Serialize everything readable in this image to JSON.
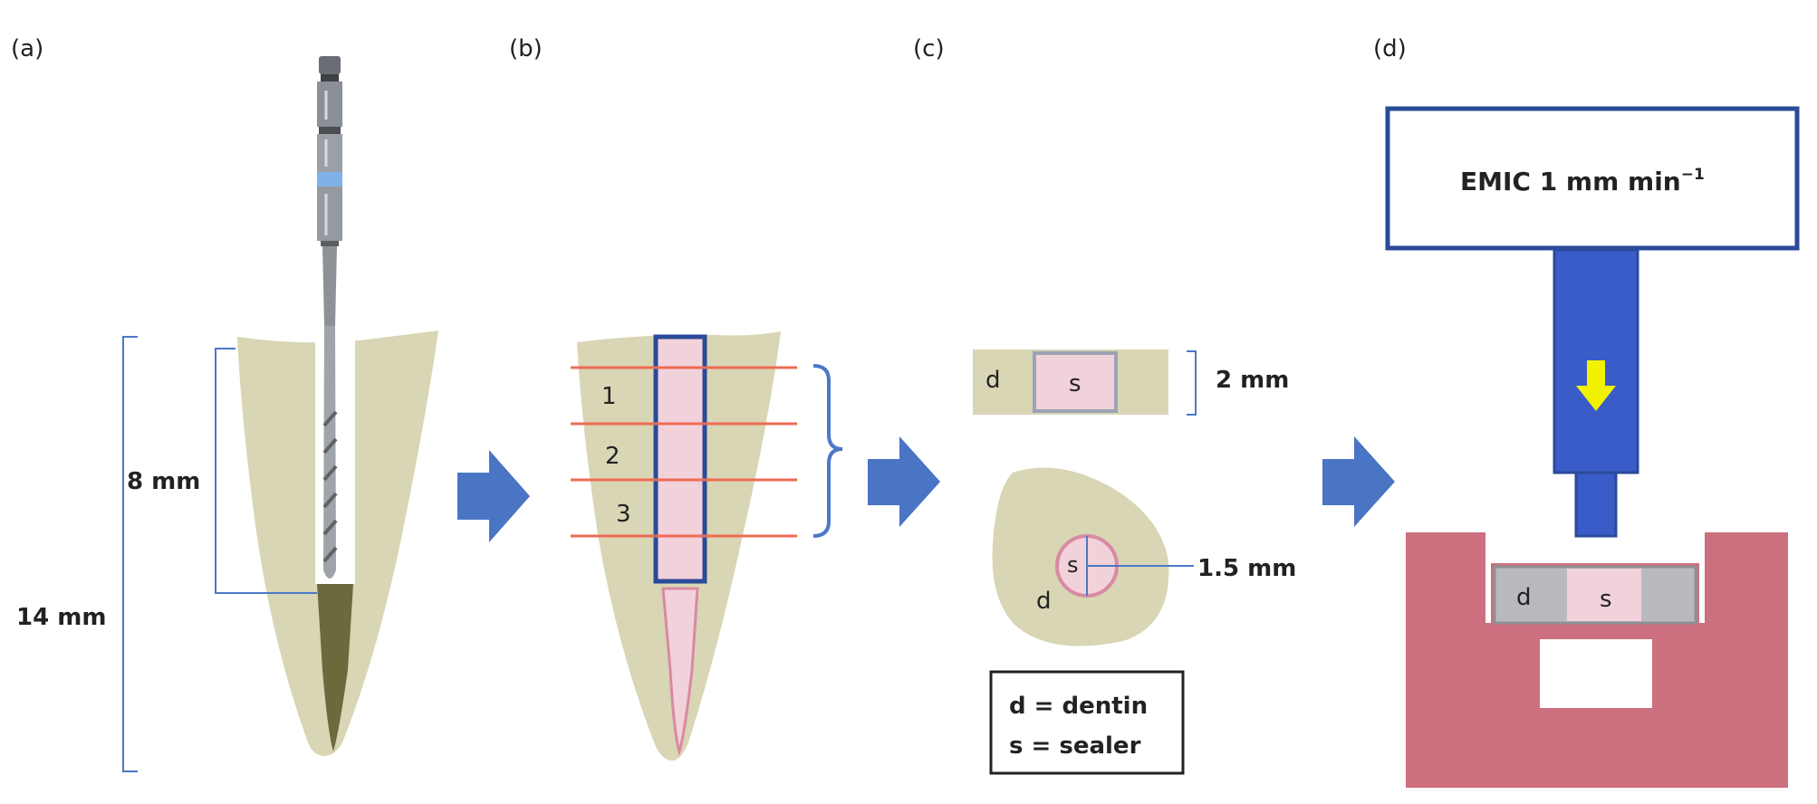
{
  "panels": {
    "a": {
      "label": "(a)",
      "outer_bracket_label": "14 mm",
      "inner_bracket_label": "8 mm"
    },
    "b": {
      "label": "(b)",
      "section_labels": [
        "1",
        "2",
        "3"
      ]
    },
    "c": {
      "label": "(c)",
      "slice_dentin": "d",
      "slice_sealer": "s",
      "thickness_label": "2 mm",
      "cross_dentin": "d",
      "cross_sealer": "s",
      "diameter_label": "1.5 mm",
      "legend_line1": "d = dentin",
      "legend_line2": "s = sealer"
    },
    "d": {
      "label": "(d)",
      "machine_label": "EMIC 1 mm min",
      "machine_superscript": "−1",
      "specimen_dentin": "d",
      "specimen_sealer": "s"
    }
  },
  "colors": {
    "tooth": "#d8d6b4",
    "root_fill": "#6b6a3c",
    "sealer": "#f2d2da",
    "sealer_outline": "#d88aa2",
    "section_line": "#ee6b55",
    "arrow": "#4a74c4",
    "machine_outline": "#2a4a9a",
    "piston": "#3a5cc8",
    "holder": "#cc6f7e",
    "specimen_gray": "#b9babf",
    "bracket": "#4c78c8",
    "push_arrow": "#f2f200"
  }
}
